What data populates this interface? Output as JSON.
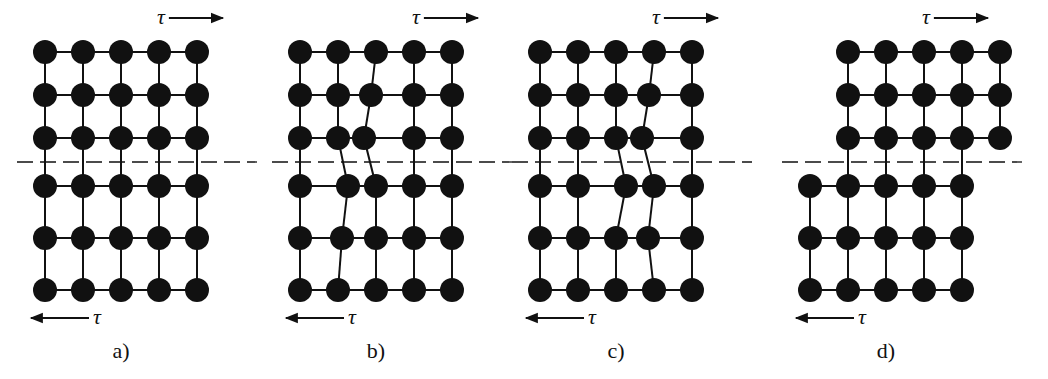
{
  "diagram": {
    "labels": [
      "τ",
      "τ",
      "τ",
      "τ",
      "τ",
      "τ",
      "τ",
      "τ",
      "a)",
      "b)",
      "c)",
      "d)"
    ]
  }
}
